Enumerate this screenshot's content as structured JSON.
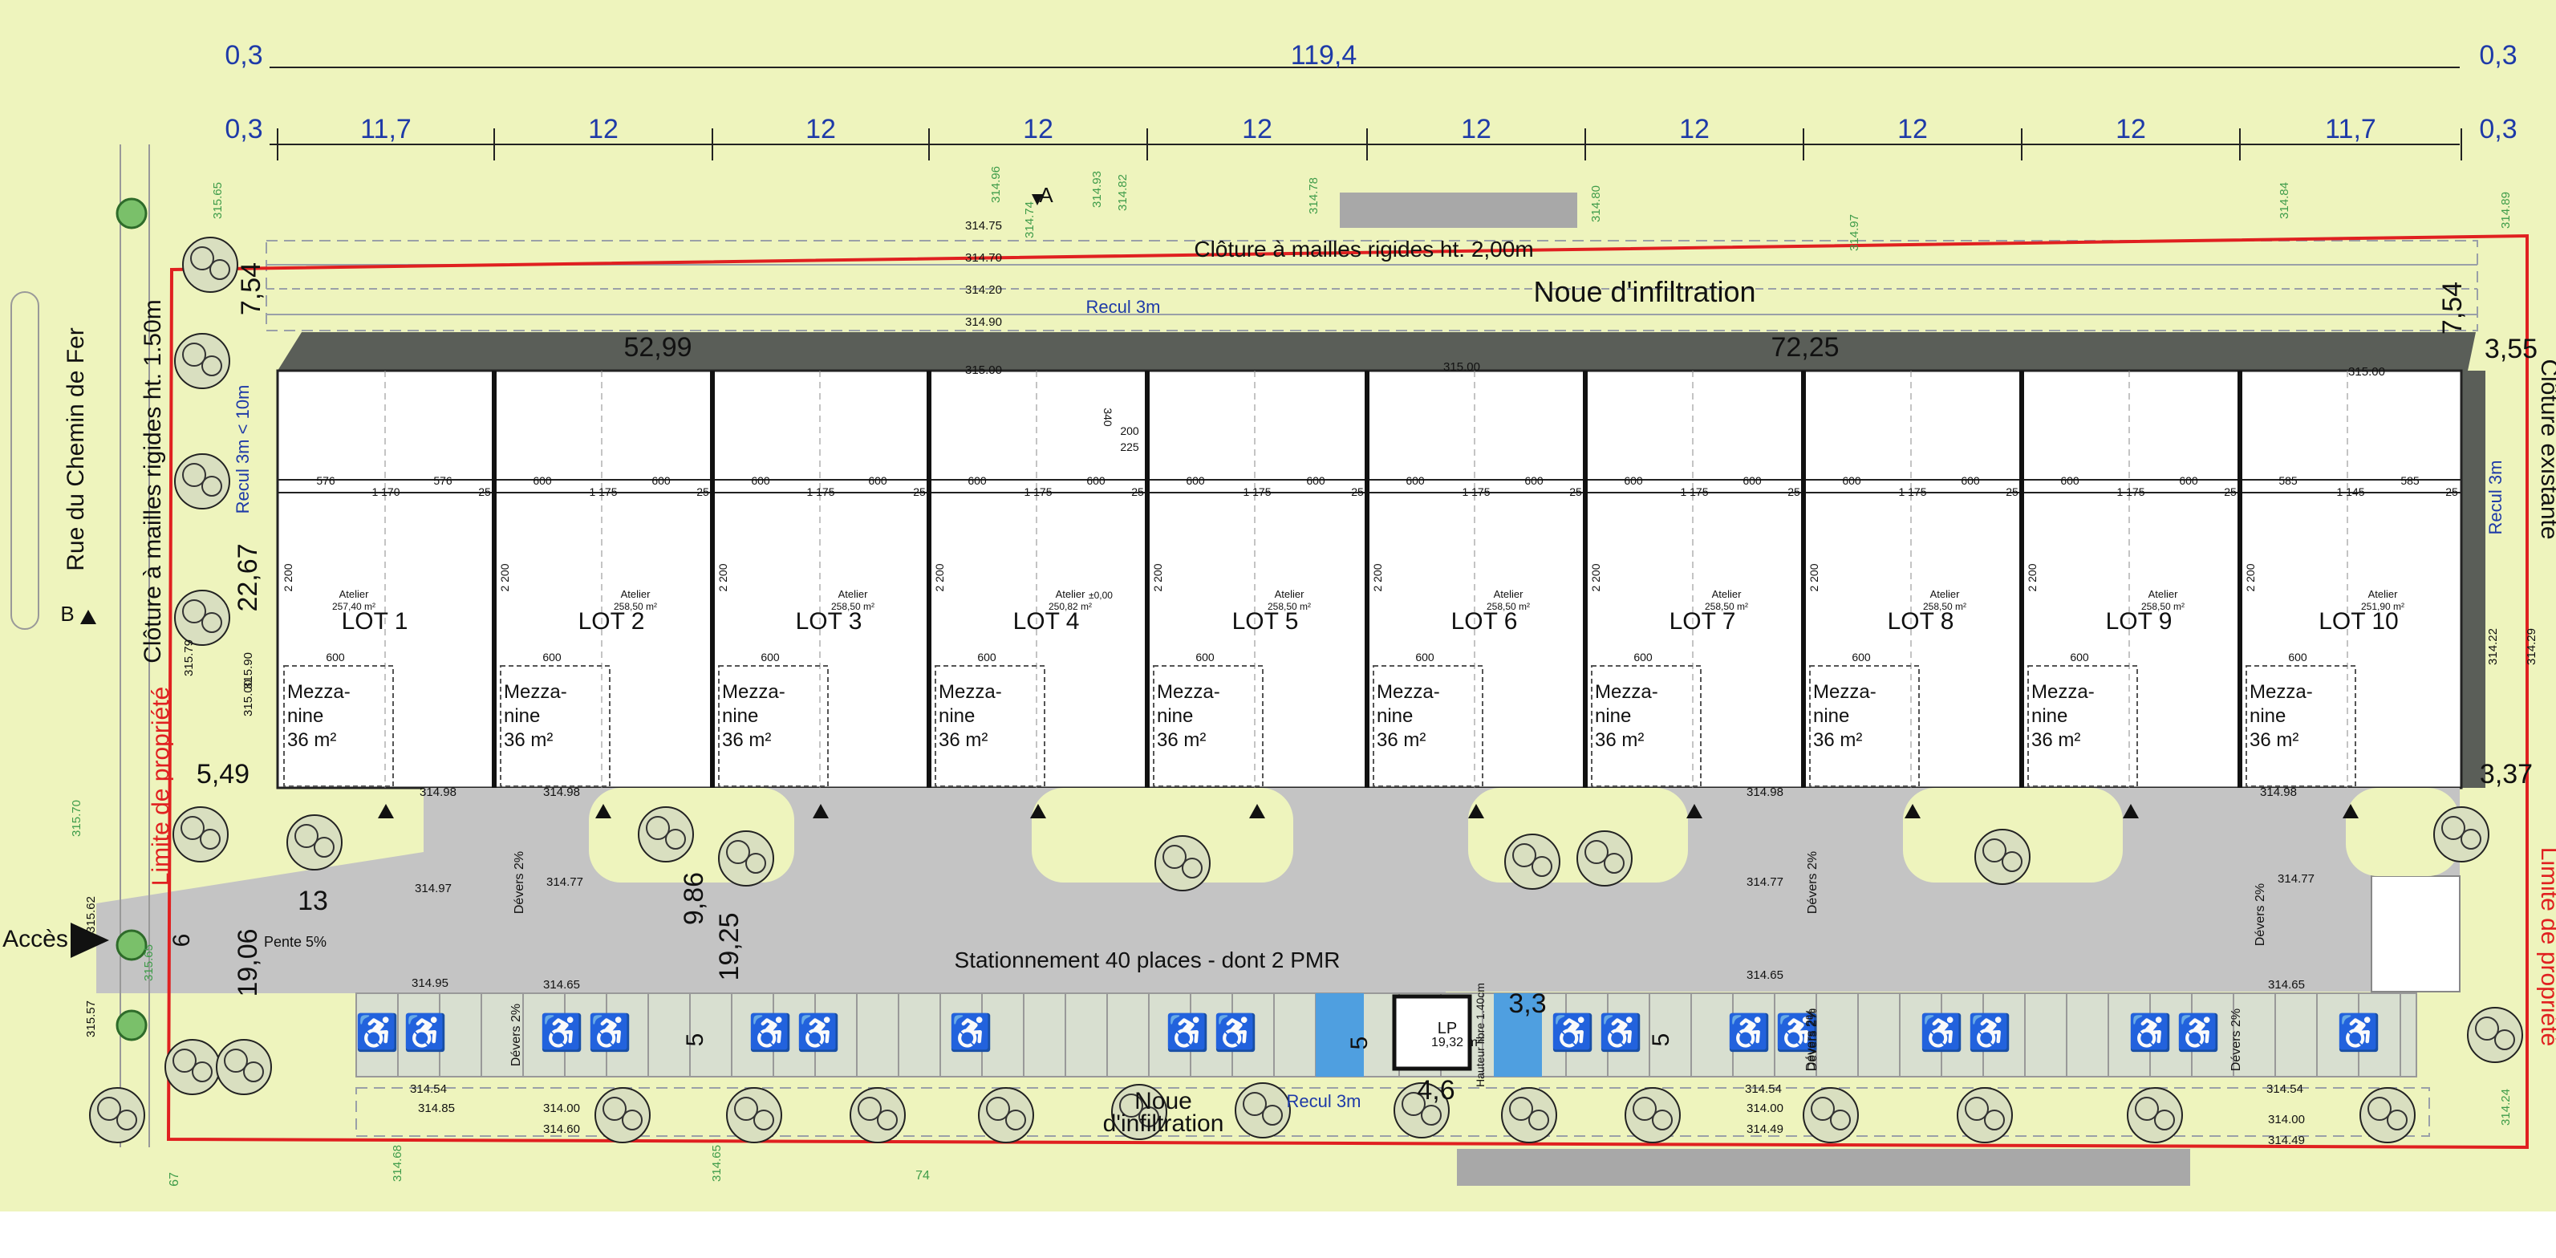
{
  "colors": {
    "background": "#eef4bd",
    "boundary": "#e02020",
    "road": "#c4c4c4",
    "building": "#ffffff",
    "roof": "#5a5e58",
    "pmr": "#4f9fe0",
    "dimension": "#1e3aa8",
    "level": "#3f9c4a"
  },
  "dimensions": {
    "overall": "119,4",
    "edge": "0,3",
    "bays": [
      "11,7",
      "12",
      "12",
      "12",
      "12",
      "12",
      "12",
      "12",
      "12",
      "11,7"
    ],
    "left_depths": [
      "7,54",
      "22,67",
      "5,49"
    ],
    "right_depths": [
      "7,54",
      "3,55",
      "3,37"
    ],
    "half_lengths": [
      "52,99",
      "72,25"
    ],
    "parking": [
      "13",
      "6",
      "19,06",
      "9,86",
      "19,25",
      "5",
      "5",
      "5",
      "3,3",
      "4,6"
    ]
  },
  "lots": [
    {
      "label": "LOT 1",
      "area": "257,40 m²",
      "w1": "576",
      "mid": "1 170",
      "w2": "576"
    },
    {
      "label": "LOT 2",
      "area": "258,50 m²",
      "w1": "600",
      "mid": "1 175",
      "w2": "600"
    },
    {
      "label": "LOT 3",
      "area": "258,50 m²",
      "w1": "600",
      "mid": "1 175",
      "w2": "600"
    },
    {
      "label": "LOT 4",
      "area": "250,82 m²",
      "w1": "600",
      "mid": "1 175",
      "w2": "600"
    },
    {
      "label": "LOT 5",
      "area": "258,50 m²",
      "w1": "600",
      "mid": "1 175",
      "w2": "600"
    },
    {
      "label": "LOT 6",
      "area": "258,50 m²",
      "w1": "600",
      "mid": "1 175",
      "w2": "600"
    },
    {
      "label": "LOT 7",
      "area": "258,50 m²",
      "w1": "600",
      "mid": "1 175",
      "w2": "600"
    },
    {
      "label": "LOT 8",
      "area": "258,50 m²",
      "w1": "600",
      "mid": "1 175",
      "w2": "600"
    },
    {
      "label": "LOT 9",
      "area": "258,50 m²",
      "w1": "600",
      "mid": "1 175",
      "w2": "600"
    },
    {
      "label": "LOT 10",
      "area": "251,90 m²",
      "w1": "585",
      "mid": "1 145",
      "w2": "585"
    }
  ],
  "labels": {
    "atelier": "Atelier",
    "mezz1": "Mezza-",
    "mezz2": "nine",
    "mezz3": "36 m²",
    "mezz_width": "600",
    "col_height": "2 200",
    "col_gap": "25",
    "fence_top": "Clôture à mailles rigides ht. 2,00m",
    "noue_top": "Noue d'infiltration",
    "recul_top": "Recul 3m",
    "recul_left": "Recul 3m < 10m",
    "recul_right": "Recul 3m",
    "recul_bottom": "Recul 3m",
    "noue_bottom_1": "Noue",
    "noue_bottom_2": "d'infiltration",
    "parking": "Stationnement 40 places - dont 2 PMR",
    "street": "Rue du Chemin de Fer",
    "fence_left": "Clôture à mailles rigides ht. 1.50m",
    "limit": "Limite de propriété",
    "fence_right": "Clôture existante",
    "access": "Accès",
    "slope": "Pente 5%",
    "devers": "Dévers 2%",
    "lp1": "LP",
    "lp2": "19,32 m²",
    "lp_side": "Hauteur libre 1.40cm",
    "section_a": "A",
    "section_b": "B",
    "zero": "±0,00",
    "small_340": "340",
    "small_200": "200",
    "small_225": "225"
  },
  "levels": {
    "top_stack": [
      "314.75",
      "314.70",
      "314.20",
      "314.90",
      "315.00"
    ],
    "roof": [
      "315.00",
      "315.00"
    ],
    "front": [
      "314.98",
      "314.98",
      "314.98",
      "314.98"
    ],
    "road": [
      "314.97",
      "314.77",
      "314.77",
      "314.77"
    ],
    "road2": [
      "314.95",
      "314.65",
      "314.65",
      "314.65"
    ],
    "bottom_a": [
      "314.54",
      "314.54",
      "314.54"
    ],
    "bottom_b": [
      "314.00",
      "314.00",
      "314.00"
    ],
    "bottom_c": [
      "314.60",
      "314.49",
      "314.49"
    ],
    "bottom_d": "314.85",
    "left": [
      "315.62",
      "315.57",
      "315.79",
      "315.90",
      "315.00"
    ],
    "right": [
      "314.22",
      "314.29"
    ],
    "vertical_top": [
      "315.65",
      "314.96",
      "314.93",
      "314.82",
      "314.74",
      "314.78",
      "314.80",
      "314.97",
      "314.84",
      "314.89"
    ],
    "vertical_bottom": [
      "314.68",
      "314.65",
      "314.24",
      "315.70",
      "315.65"
    ]
  },
  "numbers": {
    "tick_74": "74",
    "tick_67": "67"
  }
}
